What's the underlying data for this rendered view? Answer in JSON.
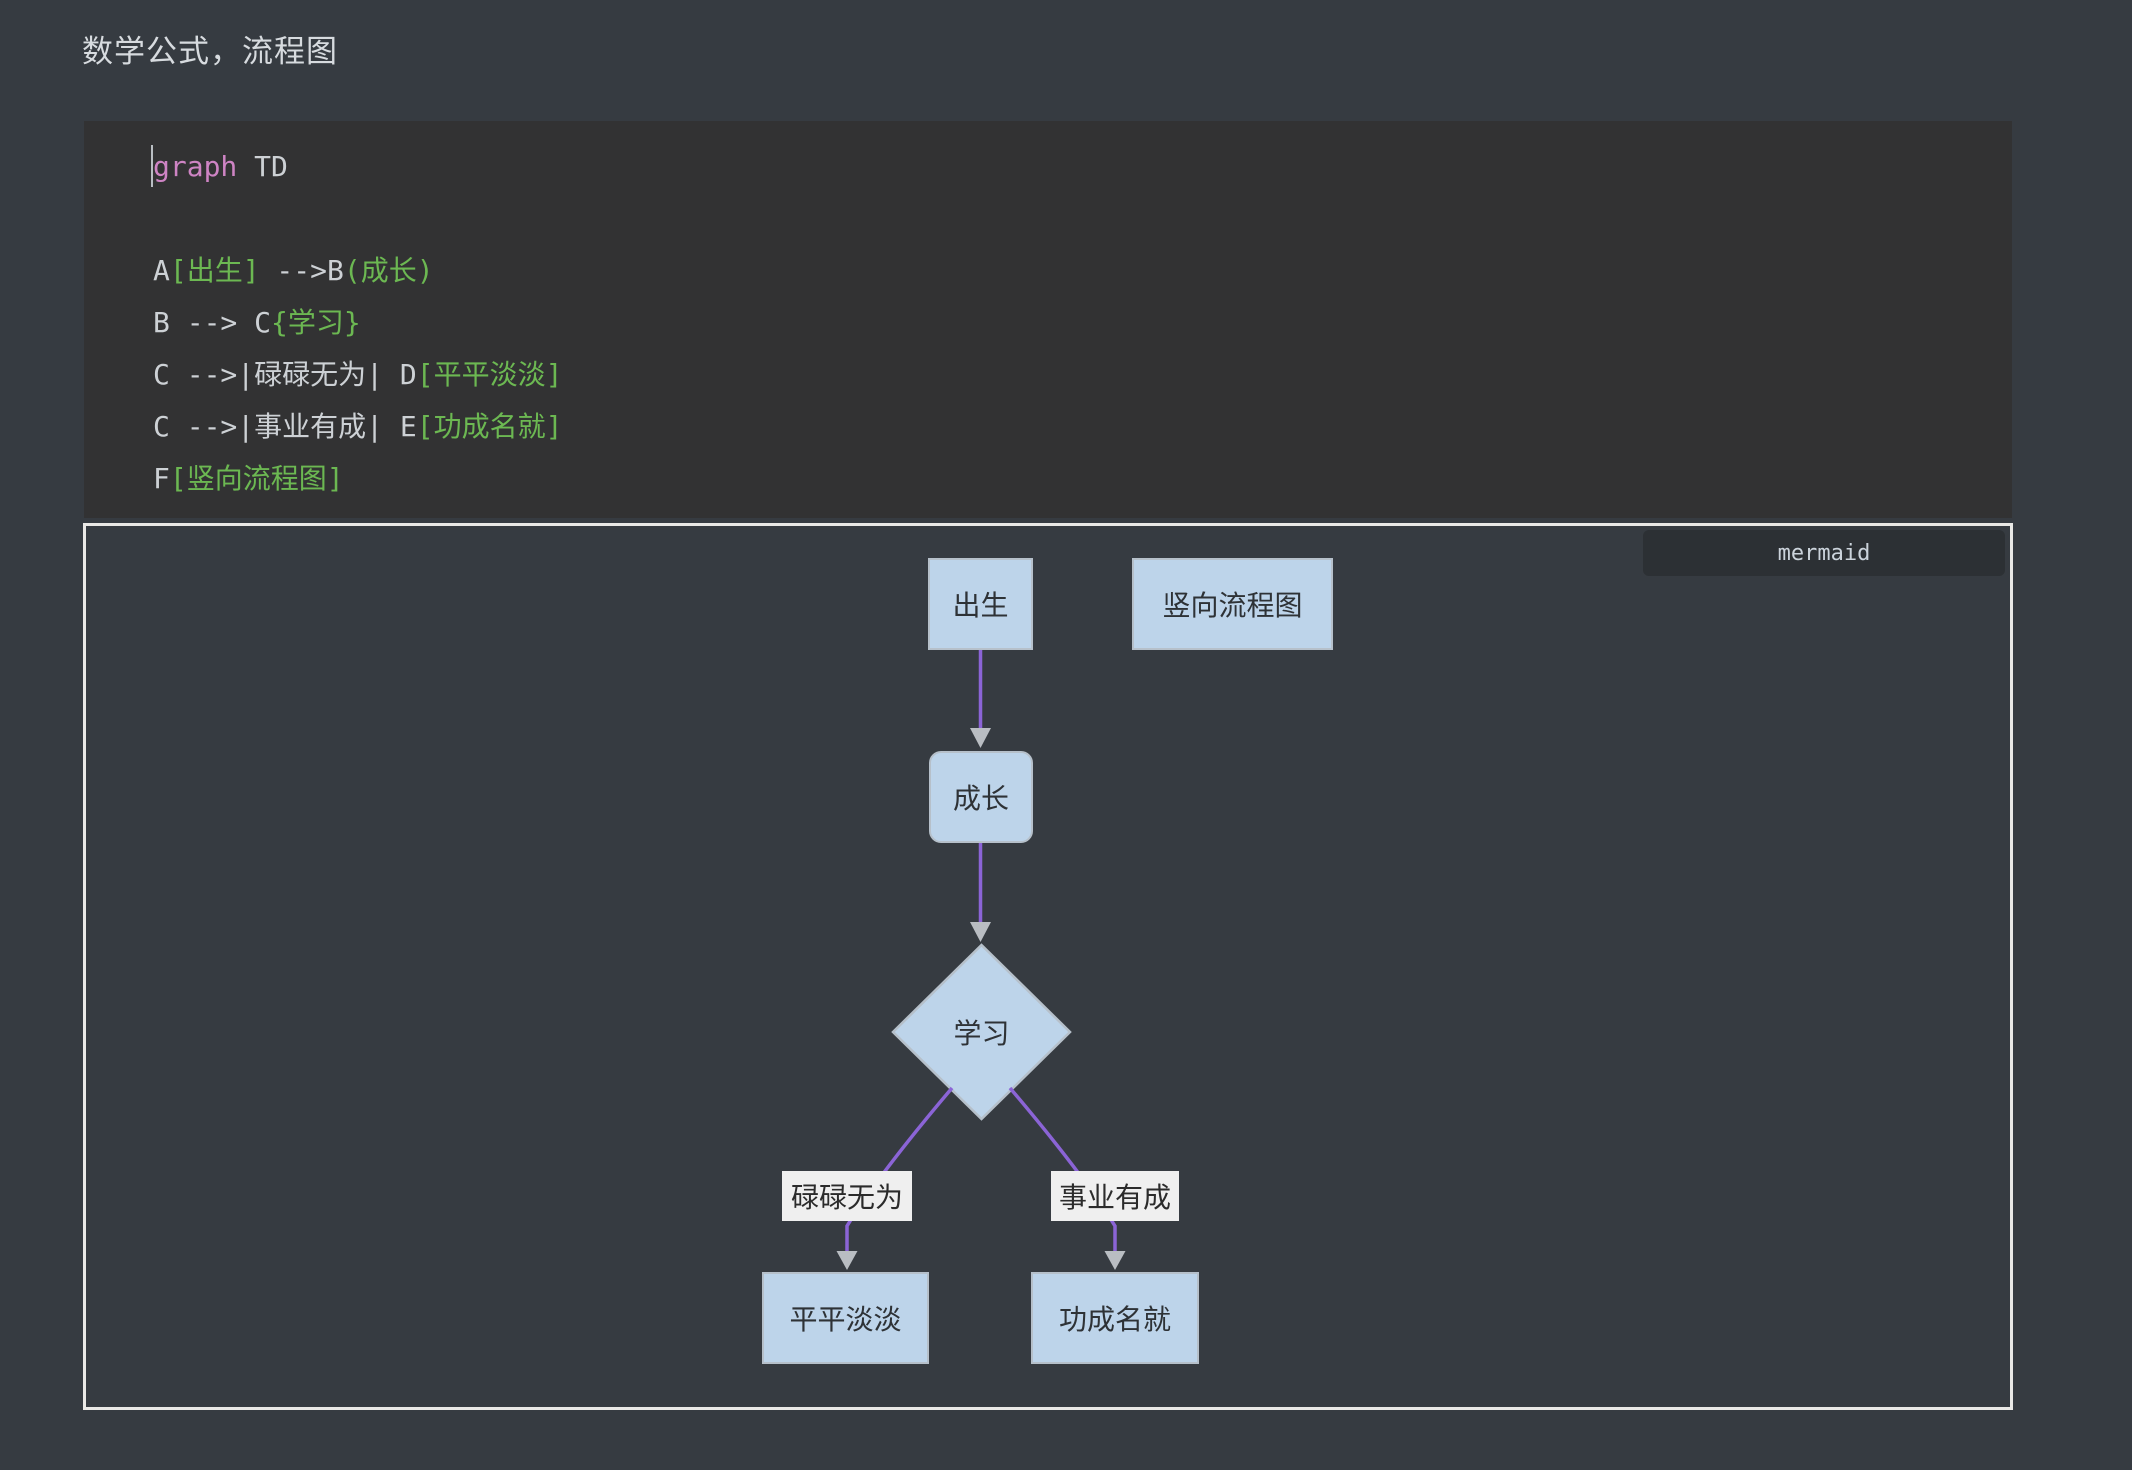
{
  "page": {
    "title": "数学公式，流程图"
  },
  "code_block": {
    "language": "mermaid",
    "lines": [
      {
        "cursor": true,
        "tokens": [
          {
            "text": "graph",
            "type": "keyword"
          },
          {
            "text": " TD",
            "type": "plain"
          }
        ]
      },
      {
        "tokens": []
      },
      {
        "tokens": [
          {
            "text": "A",
            "type": "plain"
          },
          {
            "text": "[出生]",
            "type": "string"
          },
          {
            "text": " -->",
            "type": "plain"
          },
          {
            "text": "B",
            "type": "plain"
          },
          {
            "text": "(成长)",
            "type": "string"
          }
        ]
      },
      {
        "tokens": [
          {
            "text": "B --> C",
            "type": "plain"
          },
          {
            "text": "{学习}",
            "type": "string"
          }
        ]
      },
      {
        "tokens": [
          {
            "text": "C -->|碌碌无为| D",
            "type": "plain"
          },
          {
            "text": "[平平淡淡]",
            "type": "string"
          }
        ]
      },
      {
        "tokens": [
          {
            "text": "C -->|事业有成| E",
            "type": "plain"
          },
          {
            "text": "[功成名就]",
            "type": "string"
          }
        ]
      },
      {
        "tokens": [
          {
            "text": "F",
            "type": "plain"
          },
          {
            "text": "[竖向流程图]",
            "type": "string"
          }
        ]
      }
    ]
  },
  "diagram": {
    "badge": "mermaid",
    "nodes": {
      "A": {
        "label": "出生",
        "shape": "rect"
      },
      "B": {
        "label": "成长",
        "shape": "rounded"
      },
      "C": {
        "label": "学习",
        "shape": "diamond"
      },
      "D": {
        "label": "平平淡淡",
        "shape": "rect"
      },
      "E": {
        "label": "功成名就",
        "shape": "rect"
      },
      "F": {
        "label": "竖向流程图",
        "shape": "rect"
      }
    },
    "edges": [
      {
        "from": "A",
        "to": "B",
        "label": ""
      },
      {
        "from": "B",
        "to": "C",
        "label": ""
      },
      {
        "from": "C",
        "to": "D",
        "label": "碌碌无为"
      },
      {
        "from": "C",
        "to": "E",
        "label": "事业有成"
      }
    ],
    "colors": {
      "node_fill": "#BDD4EA",
      "node_border": "#B6C0CA",
      "edge_line": "#8B64D6",
      "arrowhead": "#B9BDC2",
      "edge_label_bg": "#EFEFEF",
      "panel_border": "#EAE9E6",
      "background": "#363B41",
      "code_background": "#323233",
      "keyword_color": "#CE84C4",
      "string_color": "#6CB852"
    }
  }
}
